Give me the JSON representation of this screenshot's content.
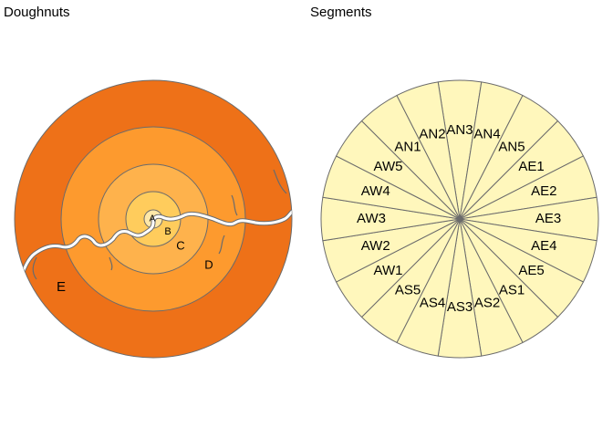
{
  "panels": {
    "doughnuts": {
      "title": "Doughnuts",
      "rings": [
        {
          "label": "A",
          "fill": "#FFE8A8"
        },
        {
          "label": "B",
          "fill": "#FFCC5C"
        },
        {
          "label": "C",
          "fill": "#FEB24C"
        },
        {
          "label": "D",
          "fill": "#FD9A2E"
        },
        {
          "label": "E",
          "fill": "#EE7118"
        }
      ],
      "river_color": "#FFFFFF",
      "outline_color": "#6B6B6B"
    },
    "segments": {
      "title": "Segments",
      "fill": "#FFF7BC",
      "outline_color": "#6B6B6B",
      "labels_clockwise_from_north": [
        "AN3",
        "AN4",
        "AN5",
        "AE1",
        "AE2",
        "AE3",
        "AE4",
        "AE5",
        "AS1",
        "AS2",
        "AS3",
        "AS4",
        "AS5",
        "AW1",
        "AW2",
        "AW3",
        "AW4",
        "AW5",
        "AN1",
        "AN2"
      ]
    }
  }
}
